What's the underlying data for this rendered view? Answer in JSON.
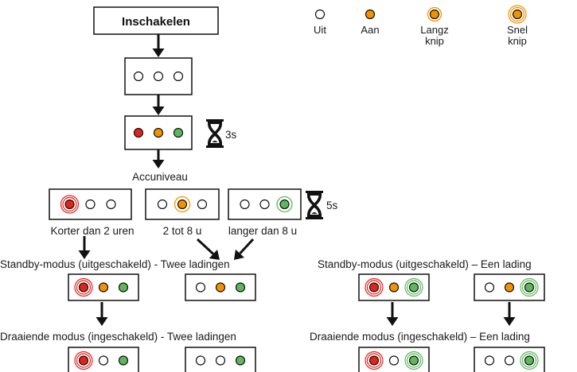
{
  "colors": {
    "off": "#ffffff",
    "red": "#e2231a",
    "orange": "#f39200",
    "green": "#5db85c",
    "stroke": "#111111"
  },
  "start_box": {
    "label": "Inschakelen"
  },
  "legend": [
    {
      "state": "off",
      "label": "Uit"
    },
    {
      "state": "on",
      "label": "Aan"
    },
    {
      "state": "slow",
      "label": "Langz knip",
      "lines": [
        "Langz",
        "knip"
      ]
    },
    {
      "state": "fast",
      "label": "Snel knip",
      "lines": [
        "Snel",
        "knip"
      ]
    }
  ],
  "timers": {
    "first": "3s",
    "second": "5s"
  },
  "battery_label": "Accuniveau",
  "battery_levels": [
    {
      "label": "Korter dan 2 uren",
      "leds": [
        "red:fast",
        "off",
        "off"
      ]
    },
    {
      "label": "2 tot 8 u",
      "leds": [
        "off",
        "orange:slow",
        "off"
      ]
    },
    {
      "label": "langer dan  8 u",
      "leds": [
        "off",
        "off",
        "green:slow"
      ]
    }
  ],
  "initial_leds": [
    "off",
    "off",
    "off"
  ],
  "check_leds": [
    "red:on",
    "orange:on",
    "green:on"
  ],
  "standby_two": {
    "label": "Standby-modus (uitgeschakeld) -  Twee ladingen",
    "boxes": [
      [
        "red:fast",
        "orange:on",
        "green:on"
      ],
      [
        "off",
        "orange:on",
        "green:on"
      ]
    ]
  },
  "standby_one": {
    "label": "Standby-modus (uitgeschakeld) – Een lading",
    "boxes": [
      [
        "red:fast",
        "orange:on",
        "green:fast"
      ],
      [
        "off",
        "orange:on",
        "green:fast"
      ]
    ]
  },
  "running_two": {
    "label": "Draaiende modus (ingeschakeld) -  Twee ladingen",
    "boxes": [
      [
        "red:fast",
        "off",
        "green:on"
      ],
      [
        "off",
        "off",
        "green:on"
      ]
    ]
  },
  "running_one": {
    "label": "Draaiende modus (ingeschakeld) – Een lading",
    "boxes": [
      [
        "red:fast",
        "off",
        "green:fast"
      ],
      [
        "off",
        "off",
        "green:fast"
      ]
    ]
  }
}
